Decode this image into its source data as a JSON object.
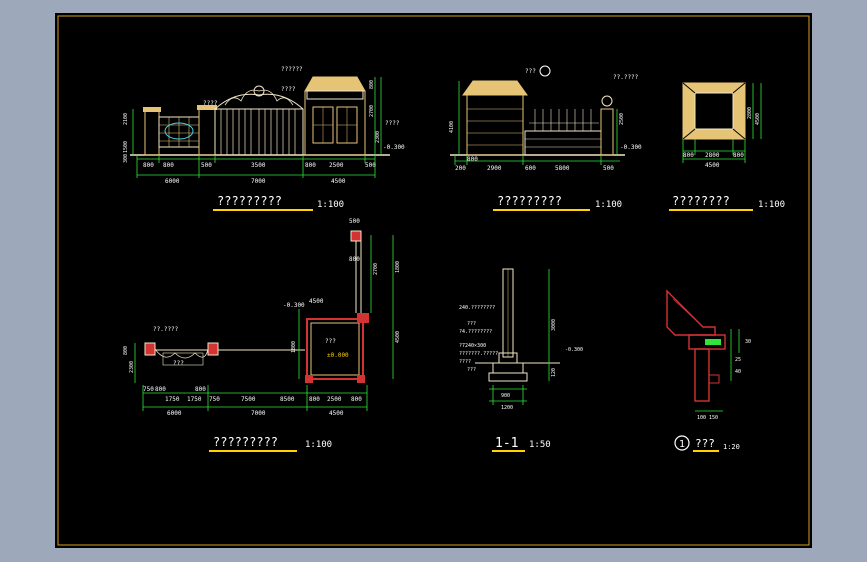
{
  "colors": {
    "background": "#9ea8bb",
    "sheet": "#000000",
    "frame": "#d4a017",
    "structure": "#f2e6c8",
    "dimension": "#2ee63a",
    "text": "#ffffff",
    "title_underline": "#ffd400",
    "section_fill": "#d33333",
    "gold_fill": "#e6c476",
    "cyan_detail": "#4ad3e6"
  },
  "views": {
    "front_elevation": {
      "title": "?????????",
      "scale": "1:100",
      "top_dims": [
        "800",
        "800",
        "500",
        "3500",
        "800",
        "2500",
        "500"
      ],
      "bottom_dims": [
        "6000",
        "7000",
        "4500"
      ],
      "tags": [
        "??????",
        "????",
        "????",
        "????"
      ],
      "side_dims": [
        "2100",
        "1500",
        "300",
        "800",
        "2700",
        "2300"
      ],
      "level": "-0.300"
    },
    "side_elevation": {
      "title": "?????????",
      "scale": "1:100",
      "dims": [
        "200",
        "2900",
        "600",
        "800",
        "5800",
        "500"
      ],
      "level": "-0.300",
      "tags": [
        "???",
        "??.????"
      ],
      "side_dims": [
        "4100",
        "2500"
      ]
    },
    "pier_plan": {
      "title": "????????",
      "scale": "1:100",
      "dims": [
        "800",
        "2800",
        "800",
        "4500",
        "4500",
        "2800"
      ]
    },
    "plan": {
      "title": "?????????",
      "scale": "1:100",
      "top_dims": [
        "750",
        "800",
        "1750",
        "1750",
        "800",
        "750",
        "7500",
        "8500",
        "800",
        "2500",
        "800"
      ],
      "bottom_dims": [
        "6000",
        "7000",
        "4500"
      ],
      "labels": [
        "???",
        "±0.000",
        "-0.300",
        "4500",
        "???",
        "??.????",
        "500",
        "800"
      ],
      "side_dims": [
        "1800",
        "4500",
        "2700",
        "1800",
        "2300",
        "800"
      ]
    },
    "section": {
      "title": "1-1",
      "scale": "1:50",
      "notes": [
        "240.????????",
        "???",
        "?4.????????",
        "?7240×300",
        "???????.?????",
        "????",
        "???"
      ],
      "dims": [
        "3000",
        "-0.300",
        "1200",
        "900",
        "120"
      ]
    },
    "detail": {
      "number": "1",
      "title": "???",
      "scale": "1:20",
      "dims": [
        "100",
        "150",
        "30",
        "25",
        "40"
      ]
    }
  }
}
